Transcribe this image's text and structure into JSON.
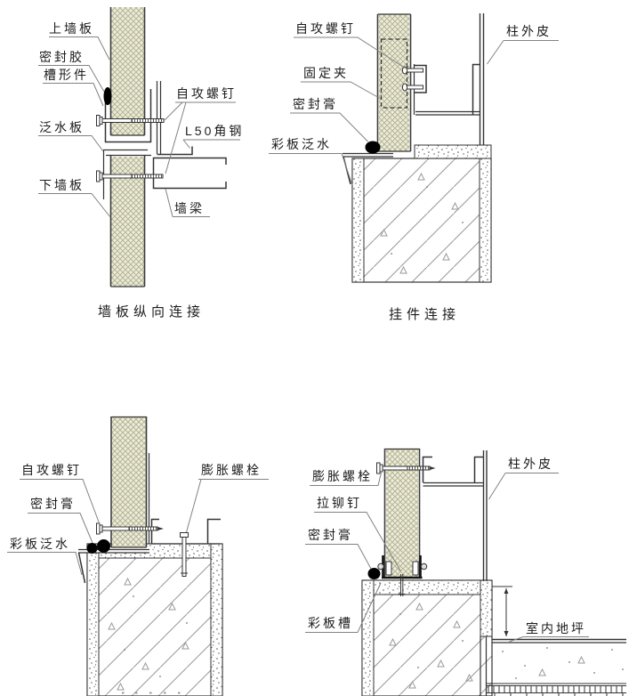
{
  "colors": {
    "line": "#333333",
    "leader": "#828282",
    "panel_fill": "#edecdd",
    "panel_hatch": "#b5b593",
    "concrete_hatch": "#999999",
    "sealant": "#000000",
    "text": "#1c1c1c",
    "background": "#ffffff"
  },
  "diagrams": [
    {
      "id": "panel-vertical-joint",
      "caption": "墙板纵向连接",
      "labels": [
        {
          "id": "upper-wall-panel",
          "text": "上墙板"
        },
        {
          "id": "sealant",
          "text": "密封胶"
        },
        {
          "id": "channel-piece",
          "text": "槽形件"
        },
        {
          "id": "flashing-board",
          "text": "泛水板"
        },
        {
          "id": "lower-wall-panel",
          "text": "下墙板"
        },
        {
          "id": "self-tapping-screw",
          "text": "自攻螺钉"
        },
        {
          "id": "l50-angle-steel",
          "text": "L50角钢"
        },
        {
          "id": "wall-girt",
          "text": "墙梁"
        }
      ]
    },
    {
      "id": "hanger-connection",
      "caption": "挂件连接",
      "labels": [
        {
          "id": "self-tapping-screw",
          "text": "自攻螺钉"
        },
        {
          "id": "fixing-clamp",
          "text": "固定夹"
        },
        {
          "id": "sealing-paste",
          "text": "密封膏"
        },
        {
          "id": "color-panel-flashing",
          "text": "彩板泛水"
        },
        {
          "id": "column-outer-face",
          "text": "柱外皮"
        }
      ]
    },
    {
      "id": "base-connection-left",
      "labels": [
        {
          "id": "self-tapping-screw",
          "text": "自攻螺钉"
        },
        {
          "id": "sealing-paste",
          "text": "密封膏"
        },
        {
          "id": "color-panel-flashing",
          "text": "彩板泛水"
        },
        {
          "id": "expansion-bolt",
          "text": "膨胀螺栓"
        }
      ]
    },
    {
      "id": "base-connection-right",
      "labels": [
        {
          "id": "expansion-bolt",
          "text": "膨胀螺栓"
        },
        {
          "id": "blind-rivet",
          "text": "拉铆钉"
        },
        {
          "id": "sealing-paste",
          "text": "密封膏"
        },
        {
          "id": "color-panel-channel",
          "text": "彩板槽"
        },
        {
          "id": "column-outer-face",
          "text": "柱外皮"
        },
        {
          "id": "indoor-floor-level",
          "text": "室内地坪"
        }
      ]
    }
  ]
}
